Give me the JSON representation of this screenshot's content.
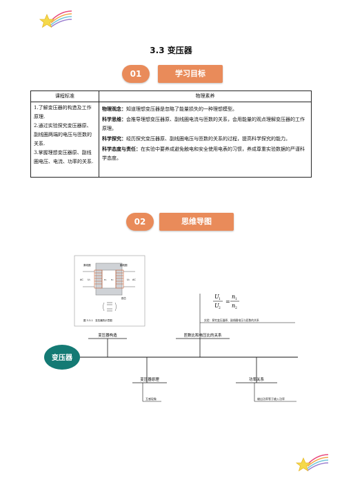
{
  "document": {
    "title": "3.3 变压器"
  },
  "sections": [
    {
      "number": "01",
      "label": "学习目标"
    },
    {
      "number": "02",
      "label": "思维导图"
    }
  ],
  "table": {
    "headers": [
      "课程标准",
      "物理素养"
    ],
    "standards": [
      "1.了解变压器的构造及工作原理.",
      "2.通过实验探究变压器原、副线圈两端的电压与匝数的关系.",
      "3.掌握理想变压器原、副线圈电压、电流、功率的关系."
    ],
    "literacy": [
      {
        "label": "物理观念：",
        "text": "知道理想变压器是忽略了能量损失的一种理想模型。"
      },
      {
        "label": "科学思维：",
        "text": "会推导理想变压器原、副线圈电流与匝数的关系，会用能量的观点理解变压器的工作原理。"
      },
      {
        "label": "科学探究：",
        "text": "经历探究变压器原、副线圈电压与匝数的关系的过程，提高科学探究的能力。"
      },
      {
        "label": "科学态度与责任：",
        "text": "在实验中要养成避免触电和安全使用电表的习惯，养成尊重实验数据的严谨科学态度。"
      }
    ]
  },
  "mindmap": {
    "center": "变压器",
    "branches": {
      "structure": "变压器构造",
      "ratio": "匝数比和电压比的关系",
      "principle": "变压器原理",
      "power": "功率关系"
    },
    "leaves": {
      "mutual_induction": "互感现象",
      "power_relation": "输出功率等于输入功率",
      "experiment": "实验：探究变压器原、副线圈电压与匝数的关系"
    },
    "formula": {
      "u1": "U",
      "u2": "U",
      "n1": "n",
      "n2": "n",
      "sub1": "1",
      "sub2": "2"
    },
    "figure": {
      "primary": "原线圈",
      "secondary": "副线圈",
      "core": "铁芯",
      "caption": "图 3.3-1　变压器的示意图",
      "ac": "AC",
      "u1": "U₁",
      "u2": "U₂",
      "n1": "n₁",
      "n2": "n₂"
    }
  },
  "colors": {
    "accent": "#e98b5a",
    "center_node": "#147a74",
    "star": "#f5d94a"
  }
}
